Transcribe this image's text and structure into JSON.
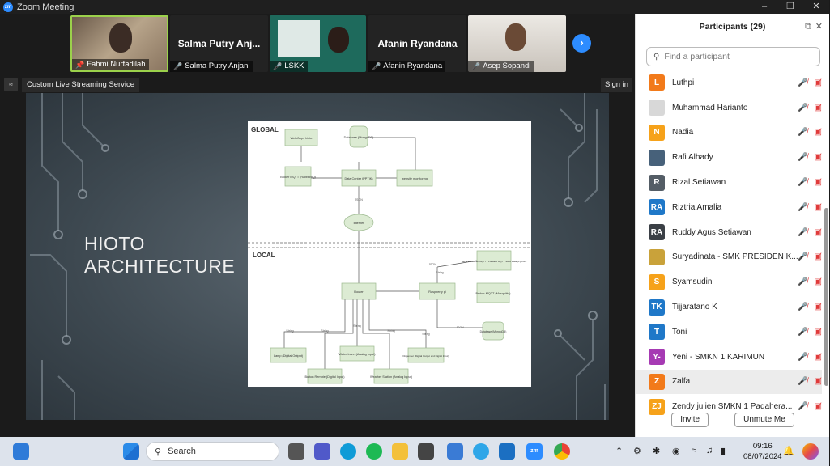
{
  "window": {
    "title": "Zoom Meeting",
    "logo": "zm"
  },
  "thumbnails": [
    {
      "name": "Fahmi Nurfadilah",
      "muted": false,
      "big": ""
    },
    {
      "name": "Salma Putry Anjani",
      "muted": true,
      "big": "Salma Putry Anj..."
    },
    {
      "name": "LSKK",
      "muted": true,
      "big": ""
    },
    {
      "name": "Afanin Ryandana",
      "muted": true,
      "big": "Afanin Ryandana"
    },
    {
      "name": "Asep Sopandi",
      "muted": true,
      "big": ""
    }
  ],
  "share_bar": {
    "label": "Custom Live Streaming Service",
    "signin": "Sign in"
  },
  "slide": {
    "title_line1": "HIOTO",
    "title_line2": "ARCHITECTURE",
    "global_label": "GLOBAL",
    "local_label": "LOCAL",
    "nodes": {
      "g1": "Web/Apps hioto",
      "g2": "Database (MongoDB)",
      "g3": "Broker MQTT (RabbitMQ)",
      "g4": "Data Center (PPTIK)",
      "g5": "website monitoring",
      "g6": "internet",
      "l1": "Router",
      "l2": "Raspberry pi",
      "l3": "Service Listener MQTT / Forward MQTT Save Data (Python)",
      "l4": "Broker MQTT (Mosquitto)",
      "l5": "Database (MongoDB)",
      "l6": "Lamp (Digital Output)",
      "l7": "Button Remote (Digital Input)",
      "l8": "Water Level (Analog Input)",
      "l9": "Weather Station (Analog Input)",
      "l10": "Dispenser (Digital Output and Digital Input)"
    },
    "edges": {
      "json": "JSON",
      "string": "String"
    }
  },
  "participants": {
    "header": "Participants (29)",
    "search_placeholder": "Find a participant",
    "list": [
      {
        "initial": "L",
        "name": "Luthpi",
        "color": "#f27a1a"
      },
      {
        "initial": "",
        "name": "Muhammad Harianto",
        "color": "#d8d8d8"
      },
      {
        "initial": "N",
        "name": "Nadia",
        "color": "#f6a21a"
      },
      {
        "initial": "",
        "name": "Rafi Alhady",
        "color": "#47617a"
      },
      {
        "initial": "R",
        "name": "Rizal Setiawan",
        "color": "#545d66"
      },
      {
        "initial": "RA",
        "name": "Riztria Amalia",
        "color": "#1f78c8"
      },
      {
        "initial": "RA",
        "name": "Ruddy Agus Setiawan",
        "color": "#3b4046"
      },
      {
        "initial": "",
        "name": "Suryadinata - SMK PRESIDEN K...",
        "color": "#c9a23a"
      },
      {
        "initial": "S",
        "name": "Syamsudin",
        "color": "#f6a21a"
      },
      {
        "initial": "TK",
        "name": "Tijjaratano K",
        "color": "#1f78c8"
      },
      {
        "initial": "T",
        "name": "Toni",
        "color": "#1f78c8"
      },
      {
        "initial": "Y-",
        "name": "Yeni - SMKN 1 KARIMUN",
        "color": "#a63ab3"
      },
      {
        "initial": "Z",
        "name": "Zalfa",
        "color": "#f27a1a"
      },
      {
        "initial": "ZJ",
        "name": "Zendy julien SMKN 1 Padahera...",
        "color": "#f6a21a"
      }
    ],
    "invite": "Invite",
    "unmute_me": "Unmute Me"
  },
  "taskbar": {
    "search_label": "Search",
    "time": "09:16",
    "date": "08/07/2024"
  }
}
